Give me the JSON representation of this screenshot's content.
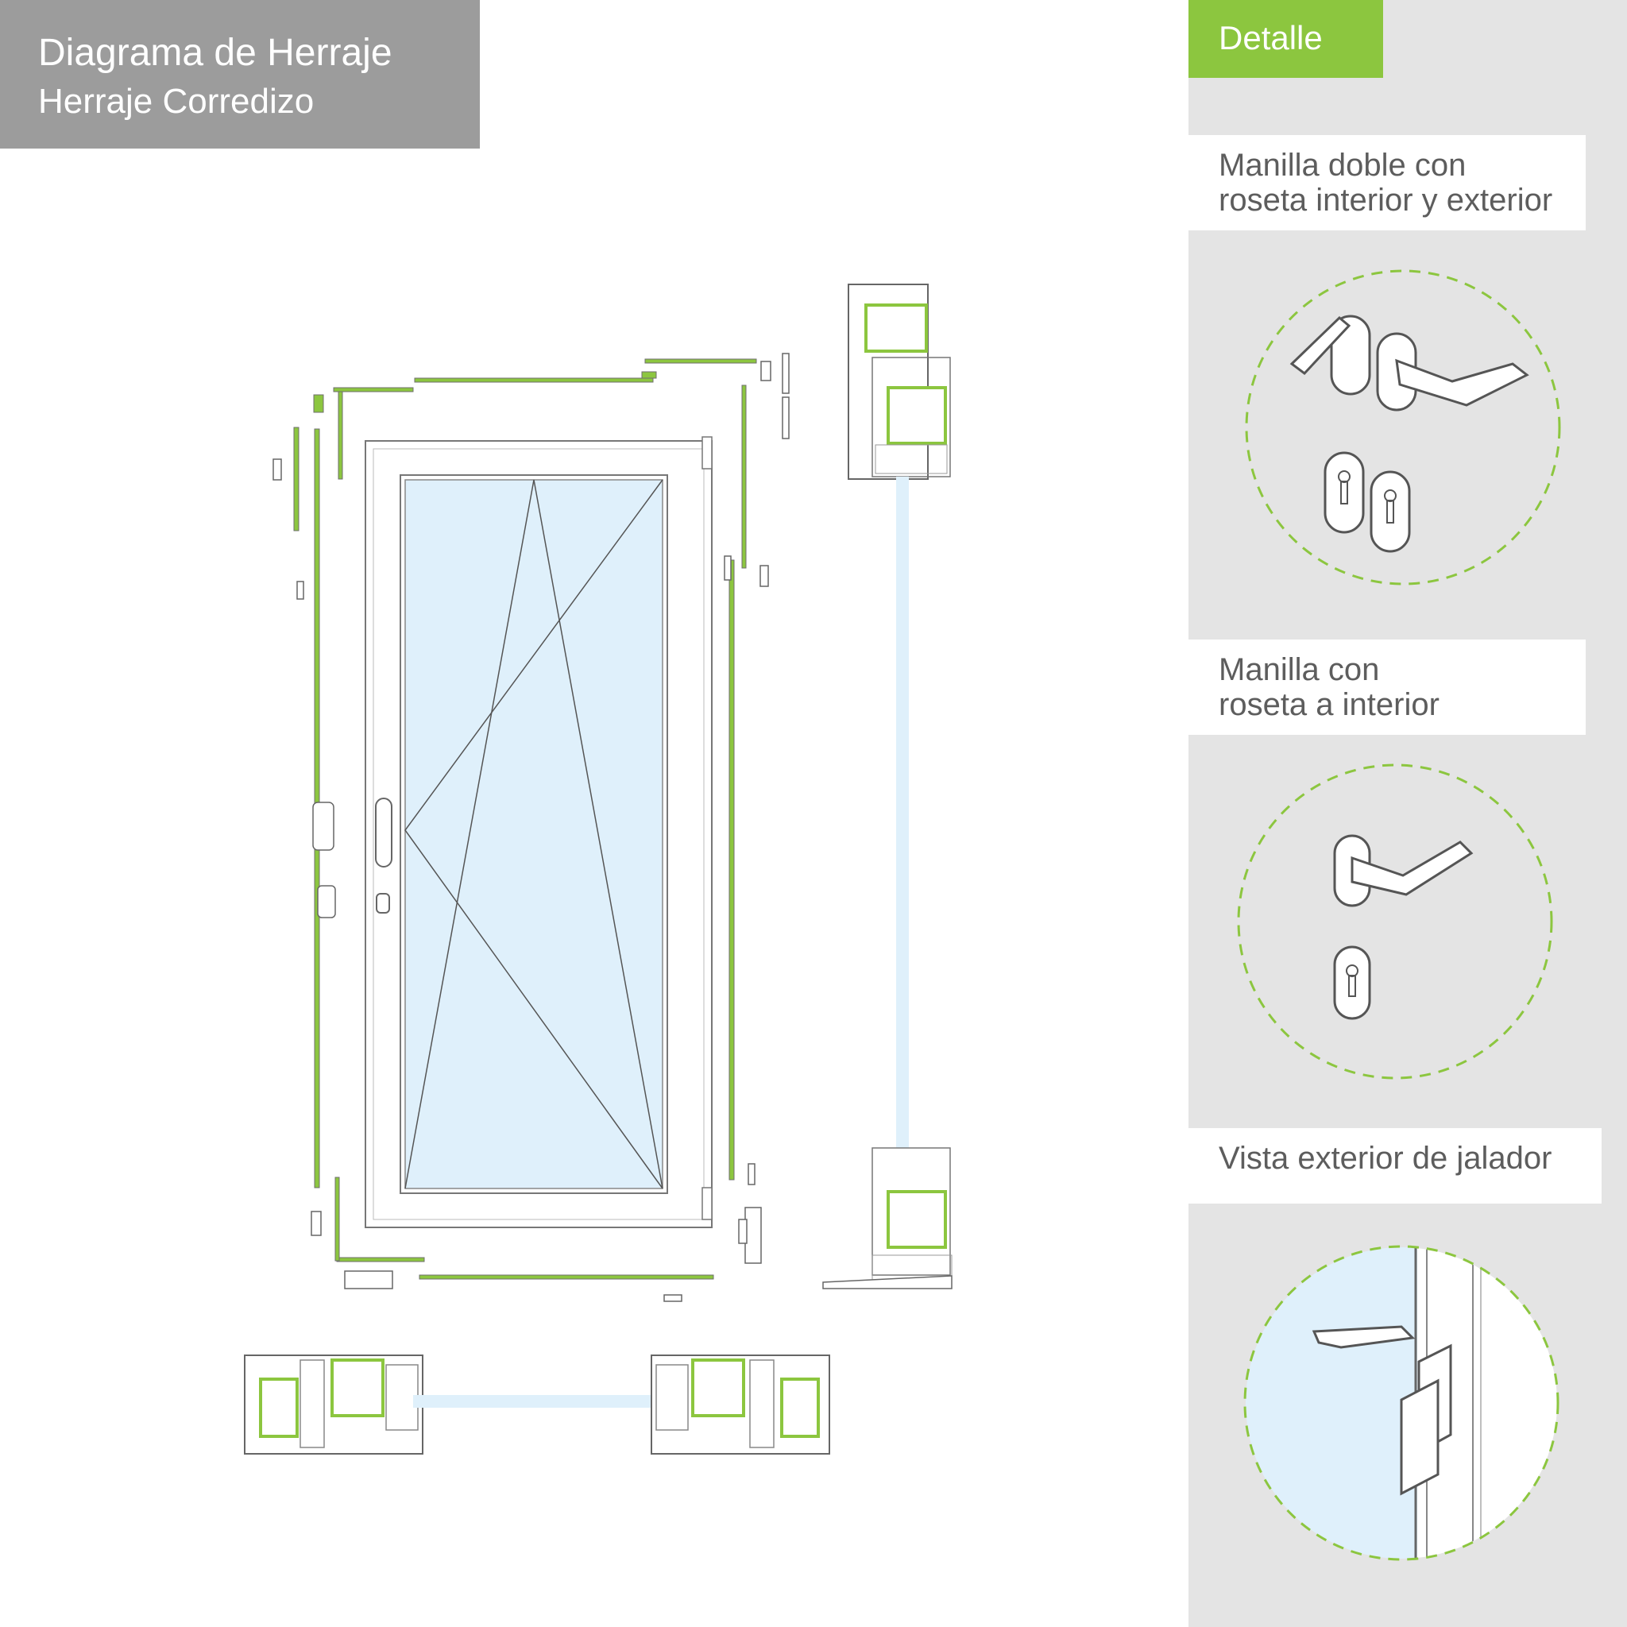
{
  "header": {
    "title": "Diagrama de Herraje",
    "subtitle": "Herraje Corredizo"
  },
  "panel": {
    "tab_label": "Detalle",
    "details": [
      {
        "line1": "Manilla doble con",
        "line2": "roseta interior y exterior",
        "icon": "double-handle-icon"
      },
      {
        "line1": "Manilla con",
        "line2": "roseta a interior",
        "icon": "single-handle-icon"
      },
      {
        "line1": "Vista exterior de jalador",
        "line2": "",
        "icon": "exterior-pull-icon"
      }
    ]
  },
  "colors": {
    "accent_green": "#8cc63f",
    "header_gray": "#9c9c9c",
    "panel_gray": "#e4e4e4",
    "glass_blue": "#dff0fb",
    "line_gray": "#6e6e6e"
  }
}
